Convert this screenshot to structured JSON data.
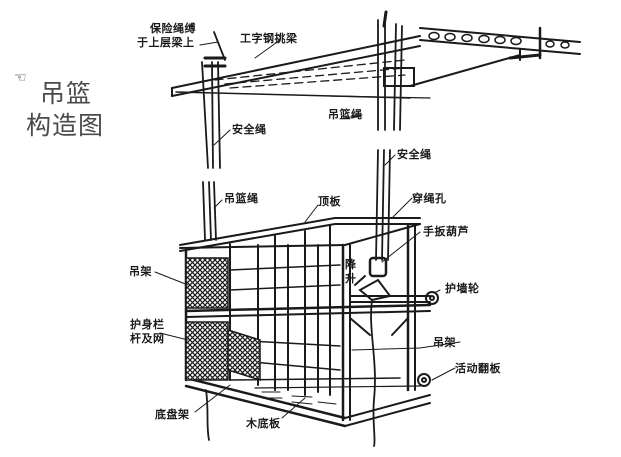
{
  "title": {
    "line1": "吊篮",
    "line2": "构造图",
    "pointer_icon": "hand-pointer-icon"
  },
  "labels": {
    "safety_rope_tie": [
      "保险绳缚",
      "于上层梁上"
    ],
    "i_beam_cantilever": "工字钢挑梁",
    "basket_rope_top": "吊篮绳",
    "safety_rope_left": "安全绳",
    "safety_rope_right": "安全绳",
    "basket_rope_left": "吊篮绳",
    "top_plate": "顶板",
    "rope_hole": "穿绳孔",
    "hand_hoist": "手扳葫芦",
    "lift": "降升",
    "wall_wheel": "护墙轮",
    "hanging_frame_left": "吊架",
    "hanging_frame_right": "吊架",
    "guardrail_net": [
      "护身栏",
      "杆及网"
    ],
    "movable_flap": "活动翻板",
    "chassis_frame": "底盘架",
    "wood_floor": "木底板"
  },
  "colors": {
    "ink": "#1a1a1a",
    "title_gray": "#4a4a4a",
    "background": "#ffffff"
  }
}
